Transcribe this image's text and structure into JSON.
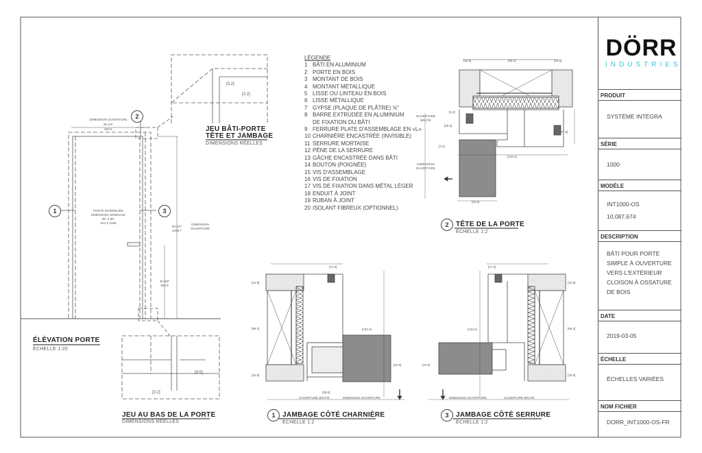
{
  "title_block": {
    "brand": "DÖRR",
    "brand_sub": "INDUSTRIES",
    "brand_color": "#3cc3d8",
    "sections": {
      "produit": {
        "label": "PRODUIT",
        "value": "SYSTÈME INTÉGRA"
      },
      "serie": {
        "label": "SÉRIE",
        "value": "1000"
      },
      "modele": {
        "label": "MODÈLE",
        "value": "INT1000-OS",
        "value2": "10,087,674"
      },
      "description": {
        "label": "DESCRIPTION",
        "lines": [
          "BÂTI POUR PORTE",
          "SIMPLE À OUVERTURE",
          "VERS L'EXTÉRIEUR",
          "CLOISON À OSSATURE",
          "DE BOIS"
        ]
      },
      "date": {
        "label": "DATE",
        "value": "2019-03-05"
      },
      "echelle": {
        "label": "ÉCHELLE",
        "value": "ÉCHELLES VARIÉES"
      },
      "nom_fichier": {
        "label": "NOM FICHIER",
        "value": "DORR_INT1000-OS-FR"
      }
    }
  },
  "legend": {
    "title": "LÉGENDE",
    "items": [
      {
        "n": "1",
        "text": "BÂTI EN ALUMINIUM"
      },
      {
        "n": "2",
        "text": "PORTE EN BOIS"
      },
      {
        "n": "3",
        "text": "MONTANT DE BOIS"
      },
      {
        "n": "4",
        "text": "MONTANT MÉTALLIQUE"
      },
      {
        "n": "5",
        "text": "LISSE OU LINTEAU EN BOIS"
      },
      {
        "n": "6",
        "text": "LISSE MÉTALLIQUE"
      },
      {
        "n": "7",
        "text": "GYPSE (PLAQUE DE PLÂTRE) ⅝\""
      },
      {
        "n": "8",
        "text": "BARRE EXTRUDÉE EN ALUMINIUM"
      },
      {
        "n": "",
        "text": "DE FIXATION DU BÂTI"
      },
      {
        "n": "9",
        "text": "FERRURE PLATE D'ASSEMBLAGE EN «L»"
      },
      {
        "n": "10",
        "text": "CHARNIÈRE ENCASTRÉE (INVISIBLE)"
      },
      {
        "n": "11",
        "text": "SERRURE MORTAISE"
      },
      {
        "n": "12",
        "text": "PÊNE DE LA SERRURE"
      },
      {
        "n": "13",
        "text": "GÂCHE ENCASTRÉE DANS BÂTI"
      },
      {
        "n": "14",
        "text": "BOUTON (POIGNÉE)"
      },
      {
        "n": "15",
        "text": "VIS D'ASSEMBLAGE"
      },
      {
        "n": "16",
        "text": "VIS DE FIXATION"
      },
      {
        "n": "17",
        "text": "VIS DE FIXATION DANS MÉTAL LÉGER"
      },
      {
        "n": "18",
        "text": "ENDUIT À JOINT"
      },
      {
        "n": "19",
        "text": "RUBAN À JOINT"
      },
      {
        "n": "20",
        "text": "ISOLANT FIBREUX (OPTIONNEL)"
      }
    ]
  },
  "elevation": {
    "title": "ÉLÉVATION PORTE",
    "scale": "ÉCHELLE  1:20",
    "door_label": [
      "PORTE INTÉRIEURE",
      "DIMENSION NOMINALE",
      "36\" X 90\"",
      "914 X 2286"
    ],
    "width_label": "DIMENSION OUVERTURE",
    "width_in": "36-1/4\"",
    "width_mm": "920.6",
    "height_in": "90-1/2\"",
    "height_mm": "2298.7",
    "height_label": [
      "DIMENSION",
      "OUVERTURE"
    ],
    "handle_in": "36-3/8\"",
    "handle_mm": "923.9",
    "bubbles": [
      "1",
      "2",
      "3"
    ]
  },
  "detail_top": {
    "title_1": "JEU BÂTI-PORTE",
    "title_2": "TÊTE ET JAMBAGE",
    "sub": "DIMENSIONS  RÉELLES",
    "dim1": "[3.2]",
    "dim2": "[3.2]"
  },
  "detail_bottom": {
    "title": "JEU AU BAS  DE LA PORTE",
    "sub": "DIMENSIONS  RÉELLES",
    "dim1": "[9.5]",
    "dim2": "[3.2]"
  },
  "head": {
    "num": "2",
    "title": "TÊTE DE LA PORTE",
    "scale": "ÉCHELLE  1:2",
    "dims": [
      "[15.9]",
      "[95.4]",
      "[15.9]",
      "[35.5]",
      "[47.5]",
      "[133.4]",
      "[44.5]",
      "[3.2]",
      "[3.2]"
    ],
    "labels": [
      "OUVERTURE",
      "BRUTE",
      "DIMENSION",
      "OUVERTURE"
    ]
  },
  "jamb_hinge": {
    "num": "1",
    "title": "JAMBAGE CÔTÉ CHARNIÈRE",
    "scale": "ÉCHELLE  1:2",
    "dims": [
      "[47.5]",
      "[15.9]",
      "[95.4]",
      "[15.9]",
      "[133.4]",
      "[44.5]",
      "[35.5]"
    ],
    "bottom_labels": [
      "OUVERTURE BRUTE",
      "DIMENSION OUVERTURE"
    ]
  },
  "jamb_lock": {
    "num": "3",
    "title": "JAMBAGE CÔTÉ SERRURE",
    "scale": "ÉCHELLE  1:2",
    "dims": [
      "[47.5]",
      "[15.9]",
      "[95.4]",
      "[15.9]",
      "[133.4]",
      "[44.5]"
    ],
    "bottom_labels": [
      "DIMENSION OUVERTURE",
      "OUVERTURE BRUTE"
    ]
  }
}
